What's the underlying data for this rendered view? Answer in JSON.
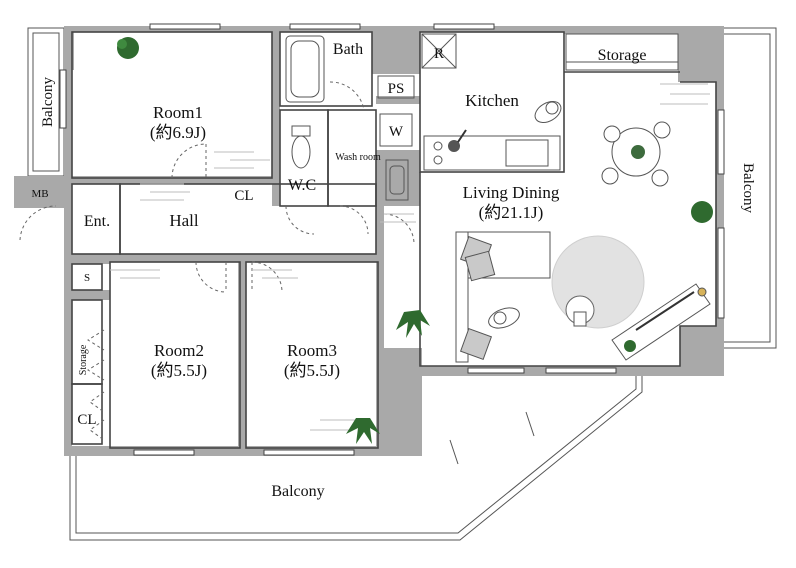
{
  "rooms": {
    "room1": {
      "name": "Room1",
      "size": "(約6.9J)"
    },
    "room2": {
      "name": "Room2",
      "size": "(約5.5J)"
    },
    "room3": {
      "name": "Room3",
      "size": "(約5.5J)"
    },
    "living": {
      "name": "Living Dining",
      "size": "(約21.1J)"
    },
    "kitchen": "Kitchen",
    "bath": "Bath",
    "wash": "Wash room",
    "wc": "W.C",
    "hall": "Hall",
    "entrance": "Ent.",
    "storage_top": "Storage",
    "storage_left": "Storage"
  },
  "labels": {
    "balcony_left": "Balcony",
    "balcony_right": "Balcony",
    "balcony_bottom": "Balcony",
    "ps": "PS",
    "w": "W",
    "r": "R",
    "mb": "MB",
    "s": "S",
    "cl_hall": "CL",
    "cl_left": "CL"
  }
}
